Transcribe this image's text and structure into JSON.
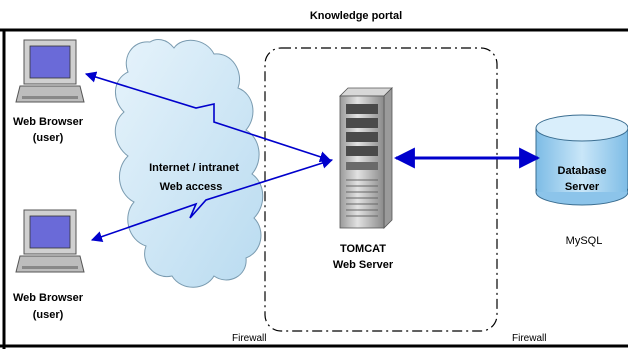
{
  "title": "Knowledge portal",
  "client_top": {
    "line1": "Web Browser",
    "line2": "(user)"
  },
  "client_bottom": {
    "line1": "Web Browser",
    "line2": "(user)"
  },
  "cloud": {
    "line1": "Internet / intranet",
    "line2": "Web access"
  },
  "server": {
    "line1": "TOMCAT",
    "line2": "Web Server"
  },
  "database": {
    "line1": "Database",
    "line2": "Server",
    "caption": "MySQL"
  },
  "firewall_left": "Firewall",
  "firewall_right": "Firewall",
  "colors": {
    "link": "#0000cc",
    "cloud_fill": "#cfe6f5",
    "db_fill": "#a8d4f0",
    "server_fill": "#c8c8c8",
    "monitor_screen": "#6a6ad8"
  },
  "icons": [
    "desktop-computer-icon",
    "desktop-computer-icon",
    "cloud-icon",
    "server-tower-icon",
    "database-cylinder-icon"
  ]
}
